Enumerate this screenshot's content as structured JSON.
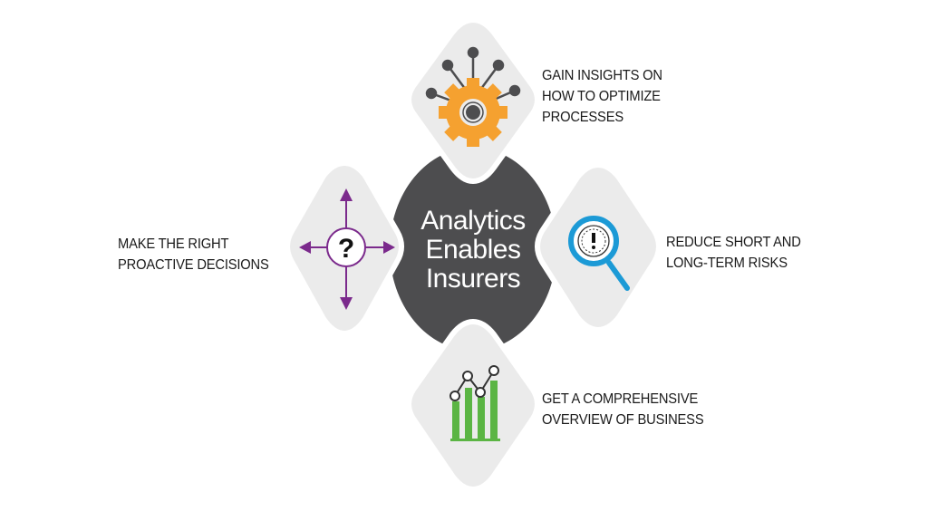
{
  "center": {
    "lines": [
      "Analytics",
      "Enables",
      "Insurers"
    ]
  },
  "items": [
    {
      "position": "top",
      "icon": "gear-network-icon",
      "lines": [
        "GAIN INSIGHTS ON",
        "HOW TO OPTIMIZE",
        "PROCESSES"
      ]
    },
    {
      "position": "right",
      "icon": "magnifier-alert-icon",
      "lines": [
        "REDUCE SHORT AND",
        "LONG-TERM RISKS"
      ]
    },
    {
      "position": "bottom",
      "icon": "bar-line-chart-icon",
      "lines": [
        "GET A COMPREHENSIVE",
        "OVERVIEW OF BUSINESS"
      ]
    },
    {
      "position": "left",
      "icon": "question-arrows-icon",
      "lines": [
        "MAKE THE RIGHT",
        "PROACTIVE DECISIONS"
      ]
    }
  ],
  "colors": {
    "center": "#4d4d4f",
    "tile": "#ebebeb",
    "gear": "#f5a130",
    "magnifier": "#1c9ad6",
    "chart": "#5bb544",
    "arrows": "#7b2a8c",
    "nodes": "#4d4d4f"
  }
}
